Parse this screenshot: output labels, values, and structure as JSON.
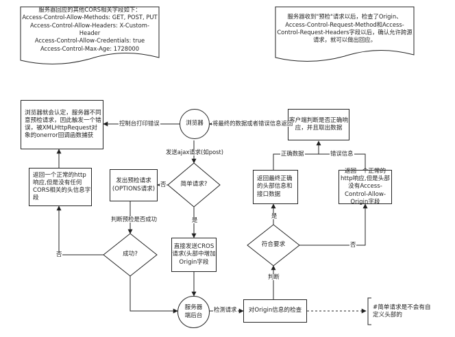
{
  "notes": {
    "cors_headers": "服务器回应的其他CORS相关字段如下：\nAccess-Control-Allow-Methods: GET, POST, PUT\nAccess-Control-Allow-Headers: X-Custom-Header\nAccess-Control-Allow-Credentials: true\nAccess-Control-Max-Age: 1728000",
    "preflight_check": "服务器收到\"预检\"请求以后，检查了Origin、Access-Control-Request-Method和Access-Control-Request-Headers字段以后，确认允许跨源请求，就可以做出回应。",
    "simple_request": "#简单请求是不会有自定义头部的"
  },
  "nodes": {
    "browser_error": "浏览器就会认定，服务器不同意预检请求，因此触发一个错误，被XMLHttpRequest对象的onerror回调函数捕获",
    "browser": "浏览器",
    "client_check": "客户端判断是否正确响应，并且取出数据",
    "normal_resp_no_cors": "返回一个正常的http响应,但是没有任何CORS相关的头信息字段",
    "send_preflight": "发出预检请求(OPTIONS请求)",
    "simple_request": "简单请求?",
    "return_correct": "返回最终正确的头部信息和接口数据",
    "normal_resp_no_acao": "返回一个正常的http响应,但是头部没有Access-Control-Allow-Origin字段",
    "direct_send": "直接发送CROS请求(头部中增加Origin字段",
    "meets": "符合要求",
    "success": "成功?",
    "server": "服务器端后台",
    "check_origin": "对Origin信息的检查"
  },
  "edge_labels": {
    "console_print": "控制台打印错误",
    "correct_or_error": "将最终的数据或者错误信息返回",
    "send_ajax": "发送ajax请求(如post)",
    "no_simple": "否",
    "yes_simple": "是",
    "correct_data": "正确数据",
    "error_info": "错误信息",
    "judge_preflight": "判断预检是否成功",
    "yes_meets": "是",
    "no_meets": "否",
    "judge": "判断",
    "no_success": "否",
    "detect_request": "检测请求"
  },
  "colors": {
    "line": "#222222",
    "background": "#ffffff"
  }
}
